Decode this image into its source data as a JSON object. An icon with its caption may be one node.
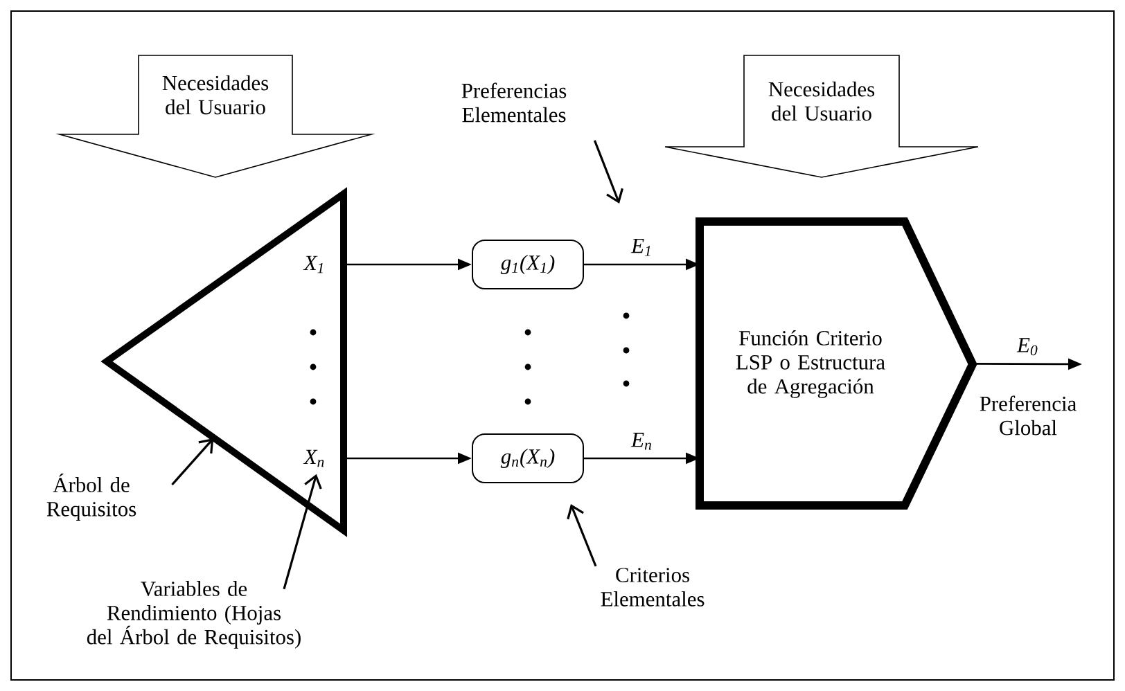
{
  "diagram": {
    "nodes": [
      {
        "text": [
          "Necesidades del Usuario"
        ]
      },
      {
        "text": [
          "Necesidades del Usuario"
        ]
      },
      {
        "text": [
          "X$_{1}$",
          "X$_{n}$"
        ]
      },
      {
        "text": [
          "g$_{1}$(X$_{1}$)"
        ]
      },
      {
        "text": [
          "g$_{n}$(X$_{n}$)"
        ]
      },
      {
        "text": [
          "Función Criterio LSP o Estructura de Agregación"
        ],
        "beside": [
          "Preferencia Global"
        ]
      },
      {
        "text": [
          "Preferencias Elementales"
        ]
      },
      {
        "text": [
          "Árbol de Requisitos"
        ]
      },
      {
        "text": [
          "Variables de Rendimiento (Hojas del Árbol de Requisitos)"
        ]
      },
      {
        "text": [
          "Criterios Elementales"
        ]
      }
    ],
    "edges": [
      {
        "from": 2,
        "to": 3,
        "arrow": "to"
      },
      {
        "from": 2,
        "to": 4,
        "arrow": "to"
      },
      {
        "from": 3,
        "to": 5,
        "arrow": "to",
        "label": "E$_{1}$"
      },
      {
        "from": 4,
        "to": 5,
        "arrow": "to",
        "label": "E$_{n}$"
      },
      {
        "from": 5,
        "to": null,
        "arrow": "to",
        "label": "E$_{0}$"
      },
      {
        "from": 6,
        "to": null,
        "arrow": "to"
      },
      {
        "from": 7,
        "to": 2,
        "arrow": "to"
      },
      {
        "from": 8,
        "to": 2,
        "arrow": "to"
      },
      {
        "from": 9,
        "to": 4,
        "arrow": "to"
      }
    ]
  }
}
